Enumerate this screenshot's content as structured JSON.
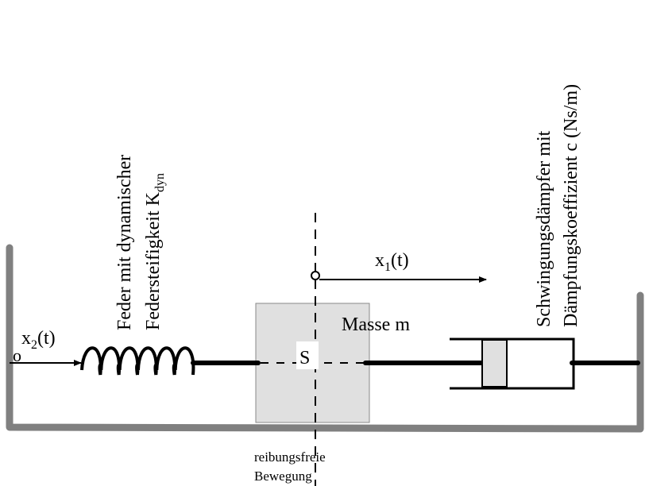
{
  "labels": {
    "spring_line1": "Feder mit dynamischer",
    "spring_line2": "Federsteifigkeit K",
    "spring_sub": "dyn",
    "damper_line1": "Schwingungsdämpfer mit",
    "damper_line2": "Dämpfungskoeffizient c (Ns/m)",
    "mass": "Masse m",
    "center": "S",
    "x1_main": "x",
    "x1_sub": "1",
    "x1_rest": "(t)",
    "x2_main": "x",
    "x2_sub": "2",
    "x2_rest": "(t)",
    "origin_mark": "o",
    "friction_line1": "reibungsfreie",
    "friction_line2": "Bewegung"
  },
  "colors": {
    "frame": "#808080",
    "mass_fill": "#e0e0e0",
    "piston_fill": "#e0e0e0",
    "ink": "#000000"
  }
}
